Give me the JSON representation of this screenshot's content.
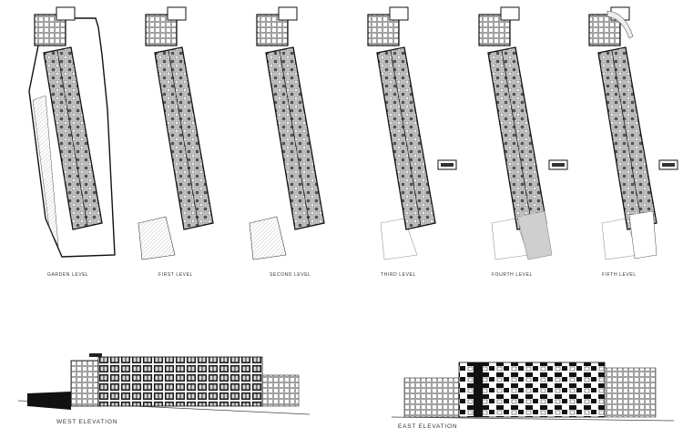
{
  "plans": [
    {
      "label": "GARDEN LEVEL"
    },
    {
      "label": "FIRST LEVEL"
    },
    {
      "label": "SECOND LEVEL"
    },
    {
      "label": "THIRD LEVEL"
    },
    {
      "label": "FOURTH LEVEL"
    },
    {
      "label": "FIFTH LEVEL"
    }
  ],
  "elevations": {
    "west": {
      "label": "WEST ELEVATION"
    },
    "east": {
      "label": "EAST ELEVATION"
    }
  }
}
